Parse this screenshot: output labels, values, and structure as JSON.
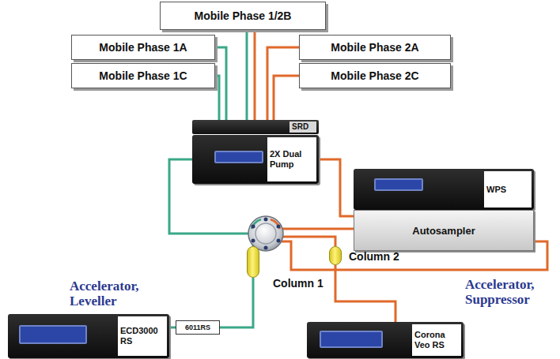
{
  "diagram": {
    "nodes": [
      {
        "text": [
          "Mobile Phase 1/2B"
        ]
      },
      {
        "text": [
          "Mobile Phase 1A"
        ]
      },
      {
        "text": [
          "Mobile Phase 1C"
        ]
      },
      {
        "text": [
          "Mobile Phase 2A"
        ]
      },
      {
        "text": [
          "Mobile Phase 2C"
        ]
      },
      {
        "text": [
          "SRD"
        ]
      },
      {
        "text": [
          "2X Dual Pump"
        ]
      },
      {
        "text": [
          "WPS"
        ]
      },
      {
        "text": [
          "Autosampler"
        ]
      },
      {
        "text": [
          "Column 1"
        ]
      },
      {
        "text": [
          "Column 2"
        ]
      },
      {
        "text": [
          "ECD3000 RS"
        ]
      },
      {
        "text": [
          "6011RS"
        ]
      },
      {
        "text": [
          "Corona Veo RS"
        ]
      }
    ],
    "edges": [
      {
        "from": 1,
        "to": 5,
        "arrow": "none"
      },
      {
        "from": 2,
        "to": 5,
        "arrow": "none"
      },
      {
        "from": 0,
        "to": 5,
        "arrow": "none"
      },
      {
        "from": 0,
        "to": 5,
        "arrow": "none"
      },
      {
        "from": 3,
        "to": 5,
        "arrow": "none"
      },
      {
        "from": 4,
        "to": 5,
        "arrow": "none"
      },
      {
        "from": 6,
        "to": 9,
        "arrow": "none"
      },
      {
        "from": 6,
        "to": 8,
        "arrow": "none"
      },
      {
        "from": 8,
        "to": 10,
        "arrow": "none"
      },
      {
        "from": 9,
        "to": 12,
        "arrow": "none"
      },
      {
        "from": 12,
        "to": 11,
        "arrow": "none"
      },
      {
        "from": 10,
        "to": 13,
        "arrow": "none"
      }
    ],
    "labels": [
      "Accelerator, Leveller",
      "Accelerator, Suppressor"
    ]
  }
}
